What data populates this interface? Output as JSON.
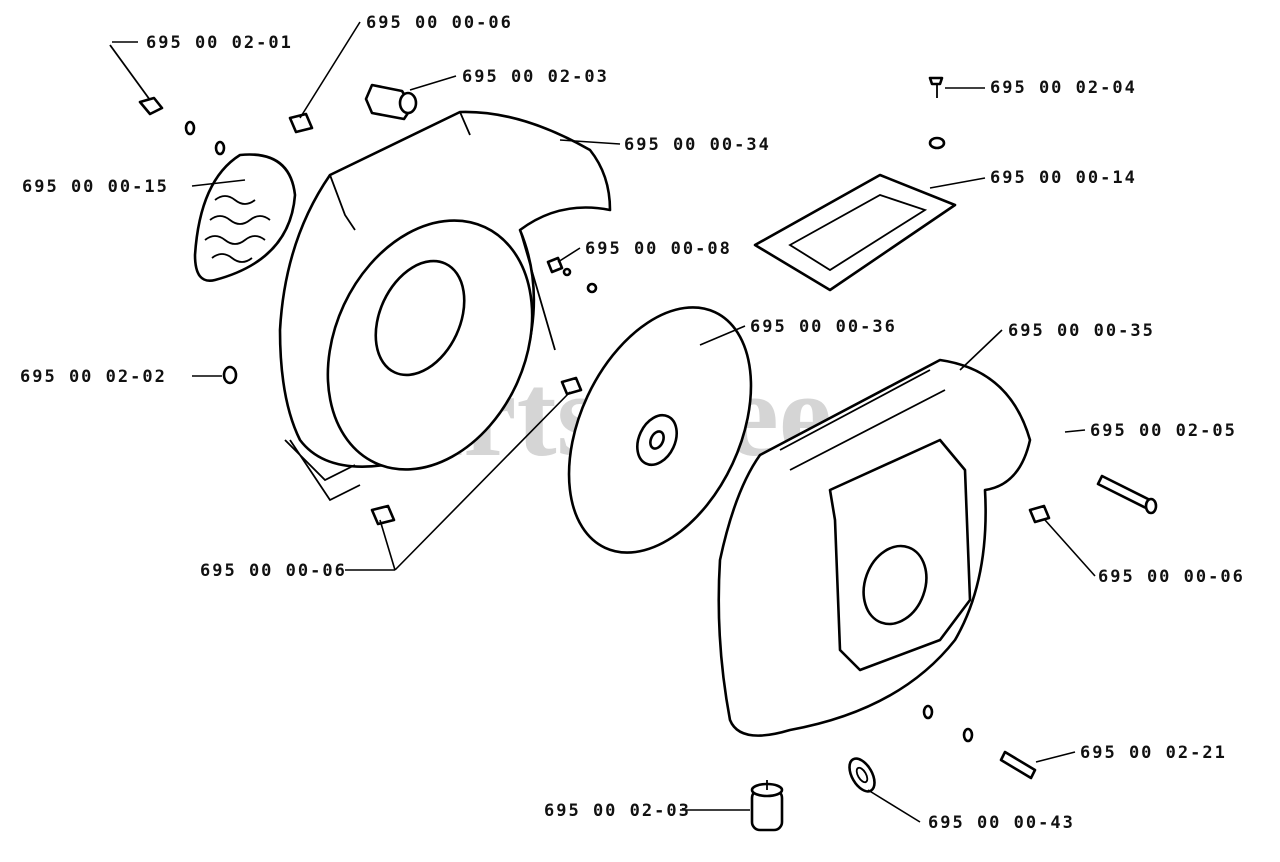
{
  "watermark": "PartsTree",
  "callouts": [
    {
      "id": "c1",
      "text": "695 00 02-01"
    },
    {
      "id": "c2",
      "text": "695 00 00-06"
    },
    {
      "id": "c3",
      "text": "695 00 02-03"
    },
    {
      "id": "c4",
      "text": "695 00 00-34"
    },
    {
      "id": "c5",
      "text": "695 00 02-04"
    },
    {
      "id": "c6",
      "text": "695 00 00-14"
    },
    {
      "id": "c7",
      "text": "695 00 00-15"
    },
    {
      "id": "c8",
      "text": "695 00 00-08"
    },
    {
      "id": "c9",
      "text": "695 00 00-36"
    },
    {
      "id": "c10",
      "text": "695 00 00-35"
    },
    {
      "id": "c11",
      "text": "695 00 02-02"
    },
    {
      "id": "c12",
      "text": "695 00 02-05"
    },
    {
      "id": "c13",
      "text": "695 00 00-06"
    },
    {
      "id": "c14",
      "text": "695 00 00-06"
    },
    {
      "id": "c15",
      "text": "695 00 02-21"
    },
    {
      "id": "c16",
      "text": "695 00 02-03"
    },
    {
      "id": "c17",
      "text": "695 00 00-43"
    }
  ]
}
